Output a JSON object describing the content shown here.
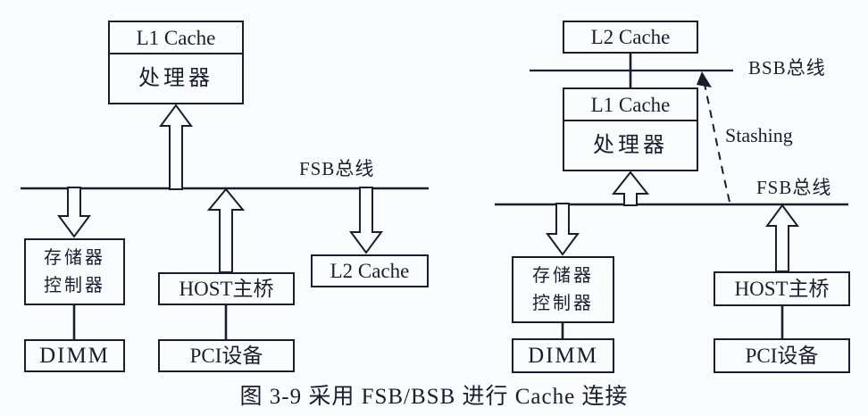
{
  "caption": "图 3-9 采用 FSB/BSB 进行 Cache 连接",
  "left": {
    "l1_cache": "L1 Cache",
    "processor": "处理器",
    "fsb_bus": "FSB总线",
    "mem_ctrl_line1": "存储器",
    "mem_ctrl_line2": "控制器",
    "dimm": "DIMM",
    "host_bridge": "HOST主桥",
    "pci": "PCI设备",
    "l2_cache": "L2 Cache"
  },
  "right": {
    "l2_cache": "L2 Cache",
    "bsb_bus": "BSB总线",
    "l1_cache": "L1 Cache",
    "processor": "处理器",
    "stashing": "Stashing",
    "fsb_bus": "FSB总线",
    "mem_ctrl_line1": "存储器",
    "mem_ctrl_line2": "控制器",
    "dimm": "DIMM",
    "host_bridge": "HOST主桥",
    "pci": "PCI设备"
  },
  "colors": {
    "ink": "#1c1c30",
    "background": "#fbfcfe"
  }
}
